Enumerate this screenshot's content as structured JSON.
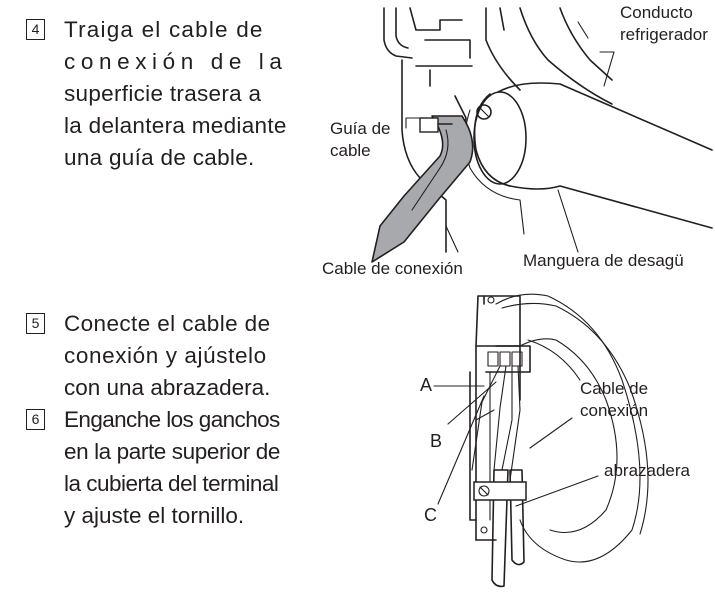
{
  "steps": [
    {
      "number": "4",
      "lines": [
        "Traiga el cable de",
        "conexión  de  la",
        "superficie trasera a",
        "la delantera mediante",
        "una guía de cable."
      ]
    },
    {
      "number": "5",
      "lines": [
        "Conecte el cable de",
        "conexión y ajústelo",
        "con una abrazadera."
      ]
    },
    {
      "number": "6",
      "lines": [
        "Enganche los ganchos",
        "en la parte superior de",
        "la cubierta del terminal",
        "y ajuste el tornillo."
      ]
    }
  ],
  "figure1": {
    "labels": {
      "conducto": [
        "Conducto",
        "refrigerador"
      ],
      "guia": [
        "Guía de",
        "cable"
      ],
      "cable": "Cable de conexión",
      "manguera": "Manguera de desagü"
    }
  },
  "figure2": {
    "labels": {
      "a": "A",
      "b": "B",
      "c": "C",
      "cable": [
        "Cable de",
        "conexión"
      ],
      "abrazadera": "abrazadera"
    }
  }
}
